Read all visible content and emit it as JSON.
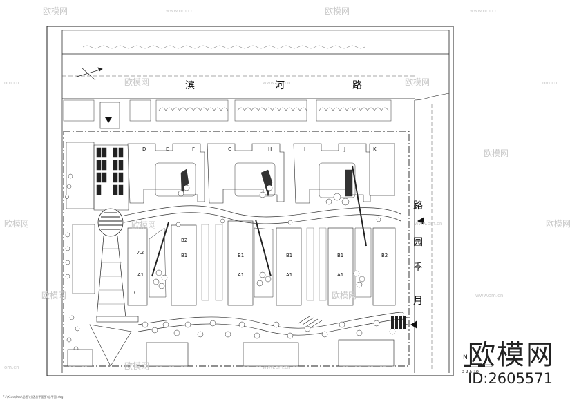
{
  "watermark": {
    "site": "www.om.cn",
    "site_short": "om.cn",
    "brand": "欧模网"
  },
  "roads": {
    "north": [
      "滨",
      "河",
      "路"
    ],
    "east": [
      "路",
      "园",
      "季",
      "月"
    ]
  },
  "building_labels": {
    "top_row": [
      "D",
      "E",
      "F",
      "G",
      "H",
      "I",
      "J",
      "K"
    ],
    "bottom_row": [
      "A1",
      "A2",
      "B1",
      "B2",
      "C"
    ]
  },
  "brand": {
    "logo": "欧模网",
    "id": "ID:2605571"
  },
  "scale_text": "0 2 5 10",
  "footer_path": "F:\\Xiao\\Dou\\总图\\小区总平面图\\总平面.dwg"
}
